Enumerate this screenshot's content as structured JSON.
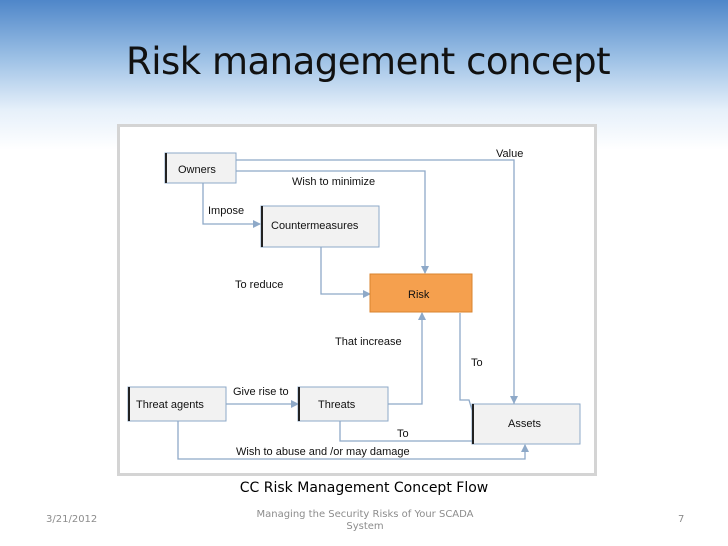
{
  "slide": {
    "title": "Risk management concept",
    "caption": "CC Risk Management Concept Flow",
    "footer_date": "3/21/2012",
    "footer_center": "Managing the Security Risks of Your SCADA System",
    "page_number": "7"
  },
  "diagram": {
    "nodes": {
      "owners": "Owners",
      "countermeasures": "Countermeasures",
      "risk": "Risk",
      "threat_agents": "Threat agents",
      "threats": "Threats",
      "assets": "Assets"
    },
    "edges": {
      "value": "Value",
      "wish_to_minimize": "Wish to minimize",
      "impose": "Impose",
      "to_reduce": "To reduce",
      "that_increase": "That increase",
      "to_risk": "To",
      "give_rise_to": "Give rise to",
      "to_assets": "To",
      "wish_to_abuse": "Wish to abuse and /or may damage"
    },
    "colors": {
      "risk_fill": "#f5a04e",
      "node_fill": "#f2f2f2",
      "line": "#8ea9c8"
    }
  }
}
